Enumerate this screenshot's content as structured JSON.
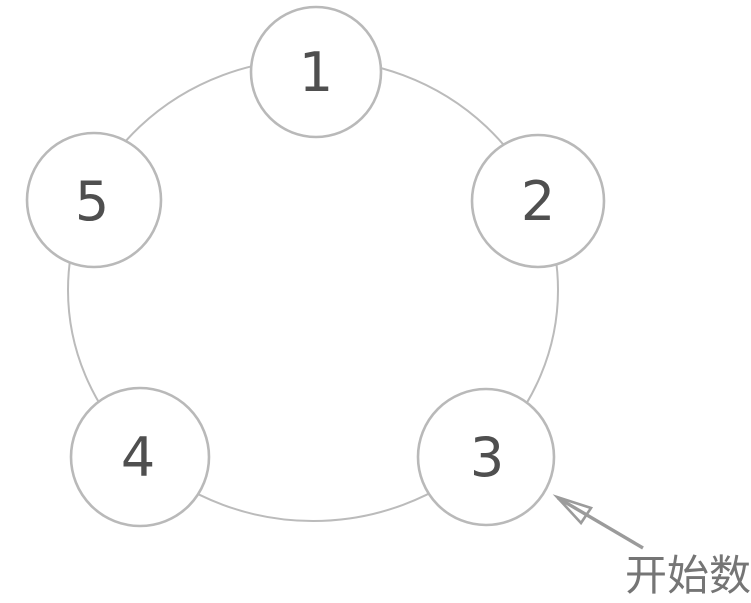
{
  "figure": {
    "description": "Circle of five numbered positions with start-counting arrow",
    "nodes": [
      {
        "label": "1"
      },
      {
        "label": "2"
      },
      {
        "label": "3"
      },
      {
        "label": "4"
      },
      {
        "label": "5"
      }
    ],
    "annotation": {
      "label": "开始数",
      "points_to_node": "3"
    },
    "colors": {
      "background": "#ffffff",
      "ring_stroke": "#bbbbbb",
      "node_stroke": "#b9b9b9",
      "node_fill": "#ffffff",
      "number_color": "#4f4f4f",
      "arrow_color": "#9b9b9b",
      "label_color": "#757575"
    }
  }
}
